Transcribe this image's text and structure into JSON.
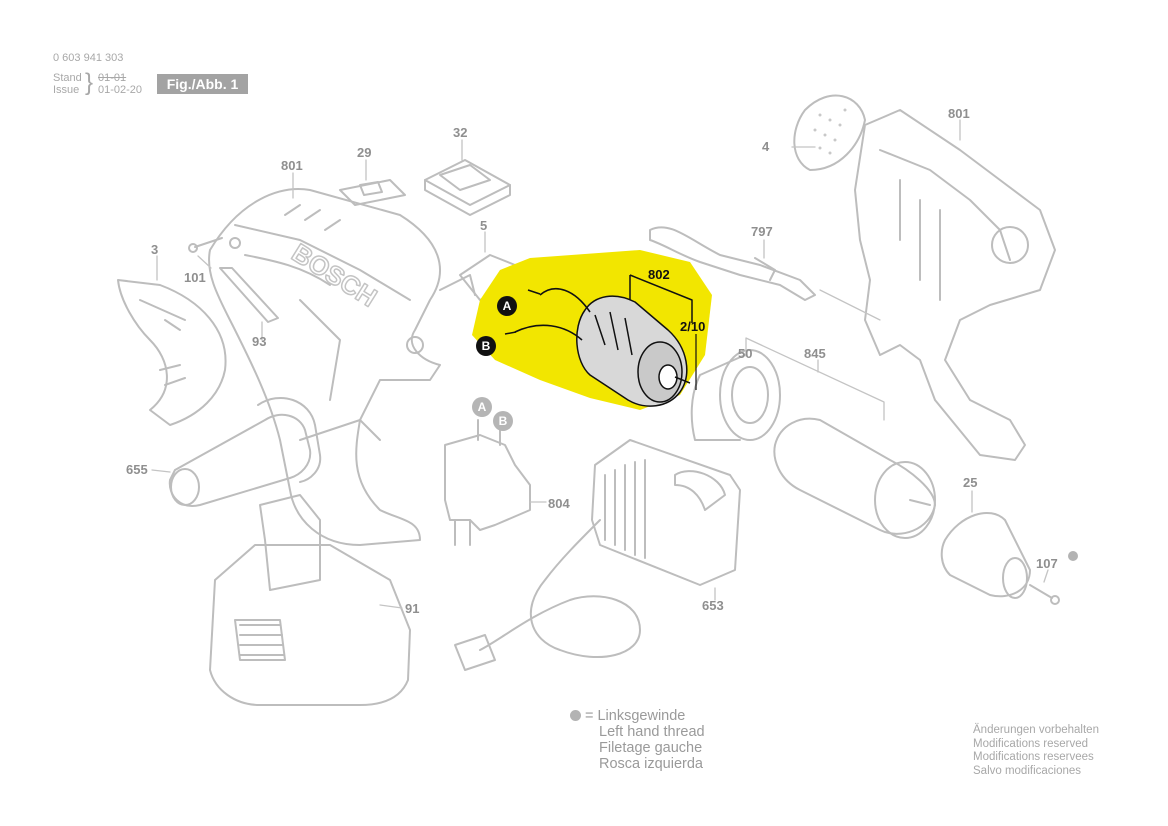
{
  "header": {
    "part_number": "0 603 941 303",
    "stand_label": "Stand",
    "issue_label": "Issue",
    "stand_date": "01-01",
    "issue_date": "01-02-20",
    "figure": "Fig./Abb. 1"
  },
  "callouts": {
    "c801a": "801",
    "c801b": "801",
    "c29": "29",
    "c32": "32",
    "c5": "5",
    "c3": "3",
    "c101": "101",
    "c93": "93",
    "c655": "655",
    "c91": "91",
    "c4": "4",
    "c797": "797",
    "c802": "802",
    "c2_10": "2/10",
    "c50": "50",
    "c845": "845",
    "c804": "804",
    "c653": "653",
    "c25": "25",
    "c107": "107"
  },
  "wire_labels": {
    "a": "A",
    "b": "B"
  },
  "legend": {
    "line1": "= Linksgewinde",
    "line2": "Left hand thread",
    "line3": "Filetage gauche",
    "line4": "Rosca izquierda"
  },
  "notes": {
    "de": "Änderungen vorbehalten",
    "en": "Modifications reserved",
    "fr": "Modifications reservees",
    "es": "Salvo modificaciones"
  },
  "colors": {
    "highlight": "#f2e600",
    "line": "#b8b8b8",
    "ink": "#111111"
  }
}
